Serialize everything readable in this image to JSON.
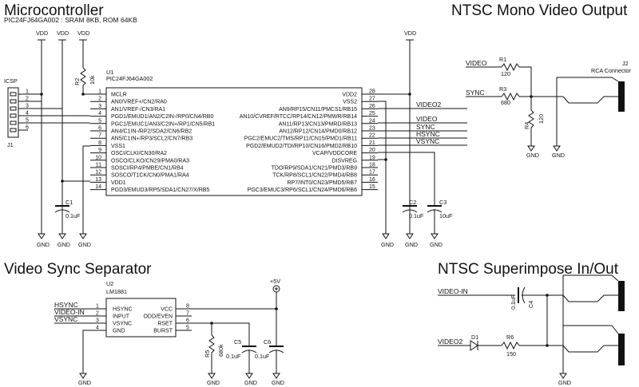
{
  "titles": {
    "microcontroller": "Microcontroller",
    "microcontroller_sub": "PIC24FJ64GA002 : SRAM 8KB, ROM 64KB",
    "ntsc_mono": "NTSC Mono Video Output",
    "sync_sep": "Video Sync Separator",
    "superimpose": "NTSC Superimpose In/Out"
  },
  "mcu": {
    "ref": "U1",
    "part": "PIC24FJ64GA002",
    "left_pins": [
      {
        "num": "1",
        "name": "MCLR"
      },
      {
        "num": "2",
        "name": "AN0/VREF+/CN2/RA0"
      },
      {
        "num": "3",
        "name": "AN1/VREF-/CN3/RA1"
      },
      {
        "num": "4",
        "name": "PGD1/EMUD1/AN2/C2IN-/RP0/CN4/RB0"
      },
      {
        "num": "5",
        "name": "PGC1/EMUC1/AN3/C2IN+/RP1/CN5/RB1"
      },
      {
        "num": "6",
        "name": "AN4/C1IN-/RP2/SDA2/CN6/RB2"
      },
      {
        "num": "7",
        "name": "AN5/C1IN+/RP3/SCL2/CN7/RB3"
      },
      {
        "num": "8",
        "name": "VSS1"
      },
      {
        "num": "9",
        "name": "OSCI/CLKI/CN30/RA2"
      },
      {
        "num": "10",
        "name": "OSCO/CLKO/CN29/PMA0/RA3"
      },
      {
        "num": "11",
        "name": "SOSCI/RP4/PMBE/CN1/RB4"
      },
      {
        "num": "12",
        "name": "SOSCO/T1CK/CN0/PMA1/RA4"
      },
      {
        "num": "13",
        "name": "VDD1"
      },
      {
        "num": "14",
        "name": "PGD3/EMUD3/RP5/SDA1/CN27/X/RB5"
      }
    ],
    "right_pins": [
      {
        "num": "28",
        "name": "VDD2"
      },
      {
        "num": "27",
        "name": "VSS2"
      },
      {
        "num": "26",
        "name": "AN9/RP15/CN11/PMCS1/RB15"
      },
      {
        "num": "25",
        "name": "AN10/CVREF/RTCC/RP14/CN12/PMWR/RB14"
      },
      {
        "num": "24",
        "name": "AN11/RP13/CN13/PMRD/RB13"
      },
      {
        "num": "23",
        "name": "AN12/RP12/CN14/PMD0/RB12"
      },
      {
        "num": "22",
        "name": "PGC2/EMUC2/TMS/RP11/CN15/PMD1/RB11"
      },
      {
        "num": "21",
        "name": "PGD2/EMUD2/TDI/RP10/CN16/PMD2/RB10"
      },
      {
        "num": "20",
        "name": "VCAP/VDDCORE"
      },
      {
        "num": "19",
        "name": "DISVREG"
      },
      {
        "num": "18",
        "name": "TDO/RP9/SDA1/CN21/PMD3/RB9"
      },
      {
        "num": "17",
        "name": "TCK/RP8/SCL1/CN22/PMD4/RB8"
      },
      {
        "num": "16",
        "name": "RP7/INT0/CN23/PMD5/RB7"
      },
      {
        "num": "15",
        "name": "PGC3/EMUC3/RP6/SCL1/CN24/PMD6/RB6"
      }
    ]
  },
  "icsp": {
    "label": "ICSP",
    "ref": "J1",
    "pins": [
      "1",
      "2",
      "3",
      "4",
      "5",
      "6"
    ]
  },
  "components": {
    "r2": {
      "ref": "R2",
      "value": "10k"
    },
    "c1": {
      "ref": "C1",
      "value": "0.1uF"
    },
    "c2": {
      "ref": "C2",
      "value": "0.1uF"
    },
    "c3": {
      "ref": "C3",
      "value": "10uF"
    },
    "r1": {
      "ref": "R1",
      "value": "120"
    },
    "r3": {
      "ref": "R3",
      "value": "680"
    },
    "r4": {
      "ref": "R4",
      "value": "120"
    },
    "j2": {
      "ref": "J2",
      "value": "RCA Connector"
    },
    "r5": {
      "ref": "R5",
      "value": "680k"
    },
    "c5": {
      "ref": "C5",
      "value": "0.1uF"
    },
    "c6": {
      "ref": "C6",
      "value": "0.1uF"
    },
    "c4": {
      "ref": "C4",
      "value": "0.1uF"
    },
    "d1": {
      "ref": "D1"
    },
    "r6": {
      "ref": "R6",
      "value": "150"
    }
  },
  "power": {
    "vdd": "VDD",
    "gnd": "GND",
    "plus5": "+5V"
  },
  "nets": {
    "video2": "VIDEO2",
    "video": "VIDEO",
    "sync": "SYNC",
    "hsync": "HSYNC",
    "vsync": "VSYNC",
    "video_in": "VIDEO-IN"
  },
  "u2": {
    "ref": "U2",
    "part": "LM1881",
    "left_pins": [
      {
        "num": "1",
        "name": "HSYNC"
      },
      {
        "num": "2",
        "name": "INPUT"
      },
      {
        "num": "3",
        "name": "VSYNC"
      },
      {
        "num": "4",
        "name": "GND"
      }
    ],
    "right_pins": [
      {
        "num": "8",
        "name": "VCC"
      },
      {
        "num": "7",
        "name": "ODD/EVEN"
      },
      {
        "num": "6",
        "name": "RSET"
      },
      {
        "num": "5",
        "name": "BURST"
      }
    ]
  }
}
